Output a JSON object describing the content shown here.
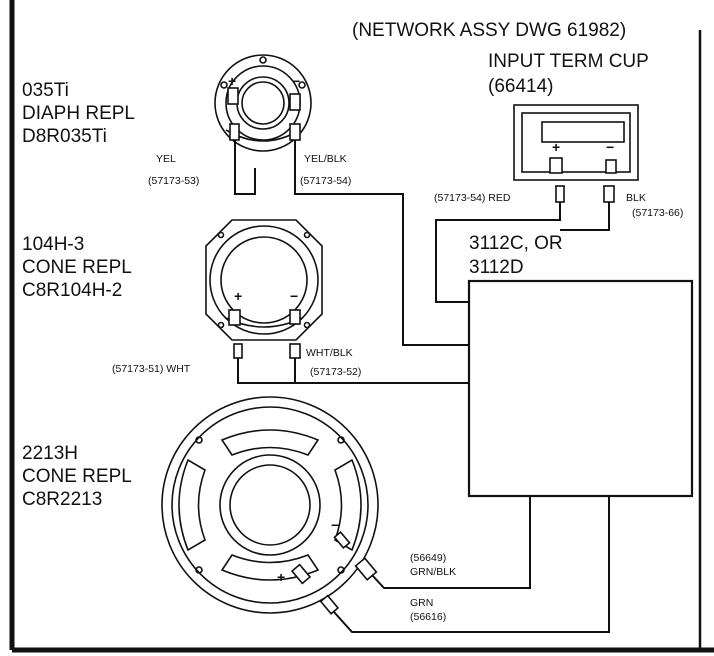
{
  "header": {
    "network_assy": "(NETWORK ASSY DWG 61982)",
    "input_term_cup_1": "INPUT TERM CUP",
    "input_term_cup_2": "(66414)"
  },
  "driver_035": {
    "line1": "035Ti",
    "line2": "DIAPH REPL",
    "line3": "D8R035Ti",
    "plus": "+",
    "minus": "−",
    "wire_left_1": "YEL",
    "wire_left_2": "(57173-53)",
    "wire_right_1": "YEL/BLK",
    "wire_right_2": "(57173-54)"
  },
  "driver_104": {
    "line1": "104H-3",
    "line2": "CONE REPL",
    "line3": "C8R104H-2",
    "plus": "+",
    "minus": "−",
    "wire_left": "(57173-51) WHT",
    "wire_right_1": "WHT/BLK",
    "wire_right_2": "(57173-52)"
  },
  "driver_2213": {
    "line1": "2213H",
    "line2": "CONE REPL",
    "line3": "C8R2213",
    "plus": "+",
    "minus": "−",
    "wire_top_1": "(56649)",
    "wire_top_2": "GRN/BLK",
    "wire_bot_1": "GRN",
    "wire_bot_2": "(56616)"
  },
  "term_cup": {
    "plus": "+",
    "minus": "−",
    "wire_red": "(57173-54) RED",
    "wire_blk_1": "BLK",
    "wire_blk_2": "(57173-66)"
  },
  "network": {
    "line1": "3112C, OR",
    "line2": "3112D"
  }
}
